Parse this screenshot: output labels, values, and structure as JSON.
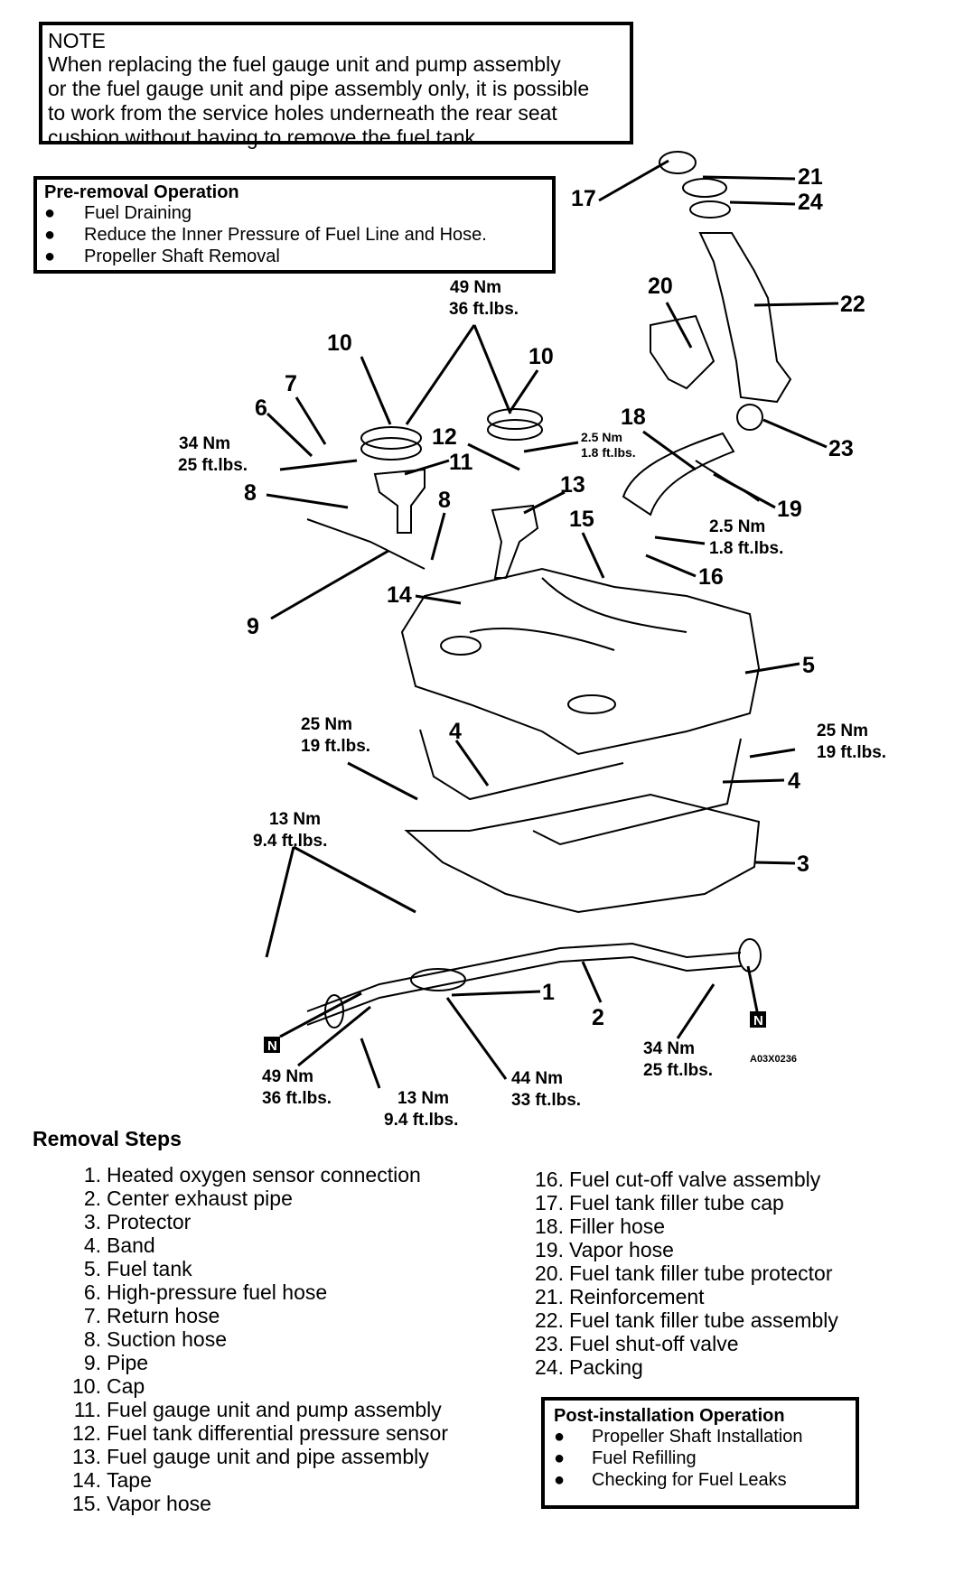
{
  "note": {
    "title": "NOTE",
    "lines": [
      "When replacing the fuel gauge unit and pump assembly",
      "or the fuel gauge unit and pipe assembly only, it is possible",
      "to work from the service holes underneath the rear seat",
      "cushion without having to remove the fuel tank."
    ]
  },
  "pre_removal": {
    "title": "Pre-removal Operation",
    "items": [
      "Fuel Draining",
      "Reduce the Inner Pressure of Fuel Line and Hose.",
      "Propeller Shaft Removal"
    ]
  },
  "diagram": {
    "callouts": [
      "17",
      "21",
      "24",
      "20",
      "22",
      "10",
      "10",
      "7",
      "6",
      "12",
      "11",
      "18",
      "23",
      "8",
      "8",
      "13",
      "19",
      "15",
      "16",
      "14",
      "9",
      "5",
      "4",
      "4",
      "3",
      "1",
      "2",
      "N",
      "N"
    ],
    "torques": [
      {
        "nm": "49 Nm",
        "ft": "36 ft.lbs."
      },
      {
        "nm": "34 Nm",
        "ft": "25 ft.lbs."
      },
      {
        "nm": "2.5 Nm",
        "ft": "1.8 ft.lbs."
      },
      {
        "nm": "2.5 Nm",
        "ft": "1.8 ft.lbs."
      },
      {
        "nm": "25 Nm",
        "ft": "19 ft.lbs."
      },
      {
        "nm": "25 Nm",
        "ft": "19 ft.lbs."
      },
      {
        "nm": "13 Nm",
        "ft": "9.4 ft.lbs."
      },
      {
        "nm": "49 Nm",
        "ft": "36 ft.lbs."
      },
      {
        "nm": "13 Nm",
        "ft": "9.4 ft.lbs."
      },
      {
        "nm": "44 Nm",
        "ft": "33 ft.lbs."
      },
      {
        "nm": "34 Nm",
        "ft": "25 ft.lbs."
      }
    ],
    "figure_code": "A03X0236"
  },
  "removal_steps": {
    "heading": "Removal Steps",
    "left": [
      {
        "num": "1.",
        "text": "Heated oxygen sensor connection"
      },
      {
        "num": "2.",
        "text": "Center exhaust pipe"
      },
      {
        "num": "3.",
        "text": "Protector"
      },
      {
        "num": "4.",
        "text": "Band"
      },
      {
        "num": "5.",
        "text": "Fuel tank"
      },
      {
        "num": "6.",
        "text": "High-pressure fuel hose"
      },
      {
        "num": "7.",
        "text": "Return hose"
      },
      {
        "num": "8.",
        "text": "Suction hose"
      },
      {
        "num": "9.",
        "text": "Pipe"
      },
      {
        "num": "10.",
        "text": "Cap"
      },
      {
        "num": "11.",
        "text": "Fuel gauge unit and pump assembly"
      },
      {
        "num": "12.",
        "text": "Fuel tank differential pressure sensor"
      },
      {
        "num": "13.",
        "text": "Fuel gauge unit and pipe assembly"
      },
      {
        "num": "14.",
        "text": "Tape"
      },
      {
        "num": "15.",
        "text": "Vapor hose"
      }
    ],
    "right": [
      {
        "num": "16.",
        "text": "Fuel cut-off valve assembly"
      },
      {
        "num": "17.",
        "text": "Fuel tank filler tube cap"
      },
      {
        "num": "18.",
        "text": "Filler hose"
      },
      {
        "num": "19.",
        "text": "Vapor hose"
      },
      {
        "num": "20.",
        "text": "Fuel tank filler tube protector"
      },
      {
        "num": "21.",
        "text": "Reinforcement"
      },
      {
        "num": "22.",
        "text": "Fuel tank filler tube assembly"
      },
      {
        "num": "23.",
        "text": "Fuel shut-off valve"
      },
      {
        "num": "24.",
        "text": "Packing"
      }
    ]
  },
  "post_installation": {
    "title": "Post-installation Operation",
    "items": [
      "Propeller Shaft Installation",
      "Fuel Refilling",
      "Checking for Fuel Leaks"
    ]
  }
}
